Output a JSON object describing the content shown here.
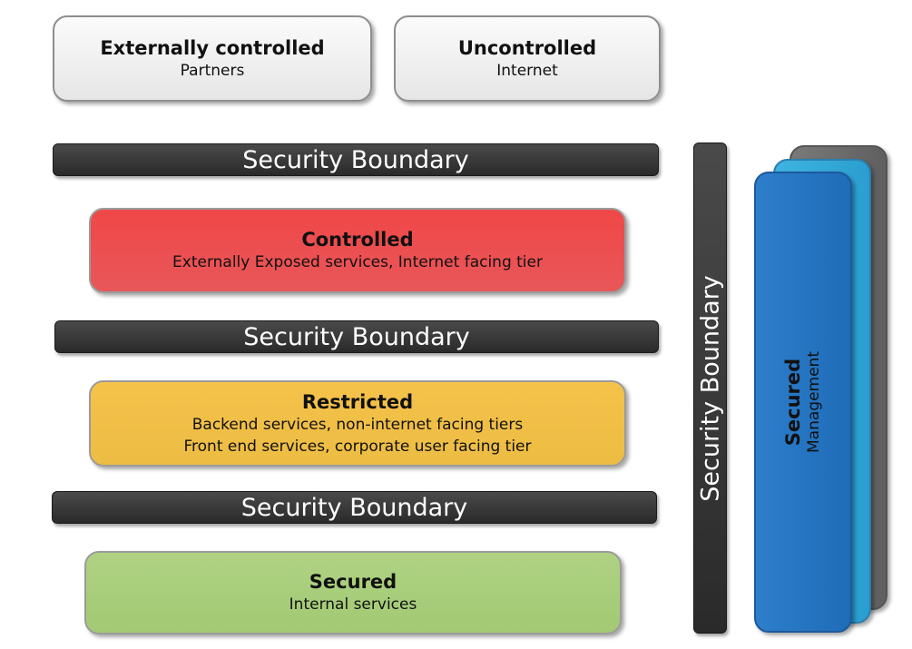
{
  "zones": {
    "external": {
      "title": "Externally controlled",
      "subtitle": "Partners"
    },
    "uncontrolled": {
      "title": "Uncontrolled",
      "subtitle": "Internet"
    },
    "controlled": {
      "title": "Controlled",
      "subtitle": "Externally Exposed services, Internet facing tier"
    },
    "restricted": {
      "title": "Restricted",
      "line1": "Backend services, non-internet facing tiers",
      "line2": "Front end services, corporate user facing tier"
    },
    "secured": {
      "title": "Secured",
      "subtitle": "Internal services"
    },
    "management": {
      "title": "Secured",
      "subtitle": "Management"
    }
  },
  "boundaries": {
    "b1": "Security Boundary",
    "b2": "Security Boundary",
    "b3": "Security Boundary",
    "vertical": "Security Boundary"
  },
  "colors": {
    "controlled": "#f04747",
    "restricted": "#f5c24a",
    "secured": "#aed282",
    "boundary": "#333333",
    "management": "#2d7ecb"
  }
}
